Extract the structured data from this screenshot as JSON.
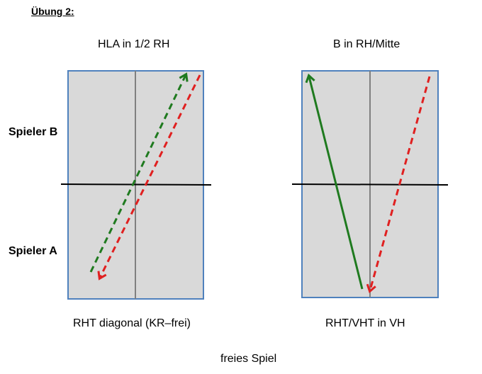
{
  "page": {
    "heading": "Übung 2:",
    "footer": "freies Spiel"
  },
  "rows": {
    "top": "Spieler B",
    "bottom": "Spieler A"
  },
  "courts": [
    {
      "title": "HLA in 1/2 RH",
      "caption": "RHT diagonal (KR–frei)"
    },
    {
      "title": "B in RH/Mitte",
      "caption": "RHT/VHT in VH"
    }
  ],
  "colors": {
    "court_fill": "#d9d9d9",
    "court_border": "#4f81bd",
    "net": "#000000",
    "center_line": "#808080",
    "green": "#1f7a1f",
    "red": "#e02020"
  }
}
